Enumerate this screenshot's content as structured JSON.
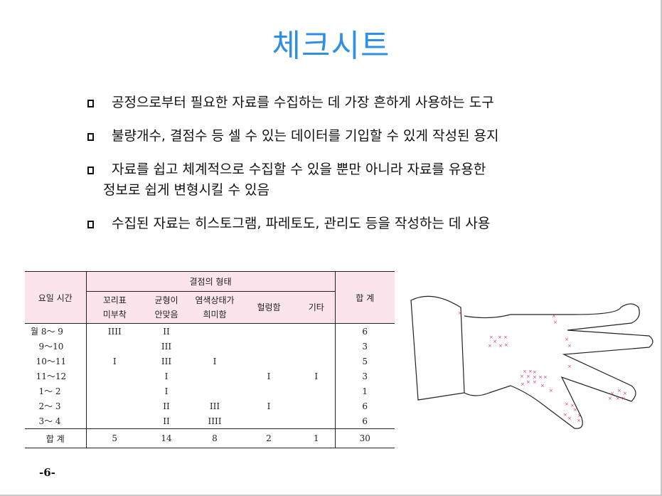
{
  "title": "체크시트",
  "bullets": [
    {
      "text": "공정으로부터 필요한 자료를 수집하는 데 가장 흔하게 사용하는 도구",
      "cont": ""
    },
    {
      "text": "불량개수, 결점수 등 셀 수 있는 데이터를 기입할 수 있게 작성된 용지",
      "cont": ""
    },
    {
      "text": "자료를 쉽고 체계적으로 수집할 수 있을 뿐만 아니라 자료를 유용한",
      "cont": "정보로 쉽게 변형시킬 수 있음"
    },
    {
      "text": "수집된 자료는 히스토그램, 파레토도, 관리도 등을 작성하는 데 사용",
      "cont": ""
    }
  ],
  "table": {
    "col_day_time": "요일   시간",
    "group_header": "결점의 형태",
    "col_total": "합   계",
    "sub_headers": [
      {
        "line1": "꼬리표",
        "line2": "미부착"
      },
      {
        "line1": "균형이",
        "line2": "안맞음"
      },
      {
        "line1": "염색상태가",
        "line2": "희미함"
      },
      {
        "line1": "헐렁함",
        "line2": ""
      },
      {
        "line1": "기타",
        "line2": ""
      }
    ],
    "rows": [
      {
        "time": "월 8～ 9",
        "c": [
          "IIII",
          "II",
          "",
          "",
          ""
        ],
        "total": "6"
      },
      {
        "time": "   9～10",
        "c": [
          "",
          "III",
          "",
          "",
          ""
        ],
        "total": "3"
      },
      {
        "time": "  10～11",
        "c": [
          "I",
          "III",
          "I",
          "",
          ""
        ],
        "total": "5"
      },
      {
        "time": "  11～12",
        "c": [
          "",
          "I",
          "",
          "I",
          "I"
        ],
        "total": "3"
      },
      {
        "time": "   1～ 2",
        "c": [
          "",
          "I",
          "",
          "",
          ""
        ],
        "total": "1"
      },
      {
        "time": "   2～ 3",
        "c": [
          "",
          "II",
          "III",
          "I",
          ""
        ],
        "total": "6"
      },
      {
        "time": "   3～ 4",
        "c": [
          "",
          "II",
          "IIII",
          "",
          ""
        ],
        "total": "6"
      }
    ],
    "total_row": {
      "label": "합   계",
      "c": [
        "5",
        "14",
        "8",
        "2",
        "1"
      ],
      "total": "30"
    }
  },
  "glove": {
    "mark_symbol": "×",
    "mark_color": "#e0307a"
  },
  "page_number": "-6-"
}
